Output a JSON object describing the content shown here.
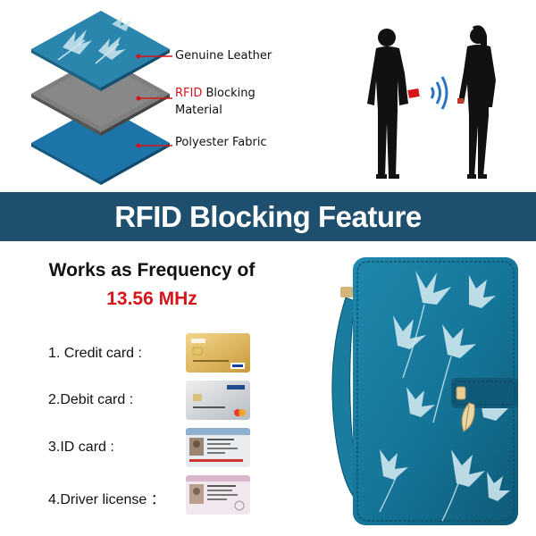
{
  "layers": {
    "top_label": "Genuine Leather",
    "middle_label_red": "RFID",
    "middle_label_rest": " Blocking",
    "middle_label_line2": "Material",
    "bottom_label": "Polyester Fabric"
  },
  "banner": {
    "title": "RFID Blocking Feature"
  },
  "frequency": {
    "title": "Works as Frequency of",
    "value": "13.56 MHz"
  },
  "cards": [
    {
      "label": "1. Credit card :"
    },
    {
      "label": "2.Debit card :"
    },
    {
      "label": "3.ID card :"
    },
    {
      "label": "4.Driver license ："
    }
  ],
  "colors": {
    "banner": "#1f4f6e",
    "accent_red": "#d6141b",
    "leather_teal": "#1b6f8d"
  },
  "icons": [
    "leather-layer-icon",
    "rfid-layer-icon",
    "fabric-layer-icon",
    "man-silhouette-icon",
    "woman-silhouette-icon",
    "signal-waves-icon",
    "wallet-image"
  ]
}
